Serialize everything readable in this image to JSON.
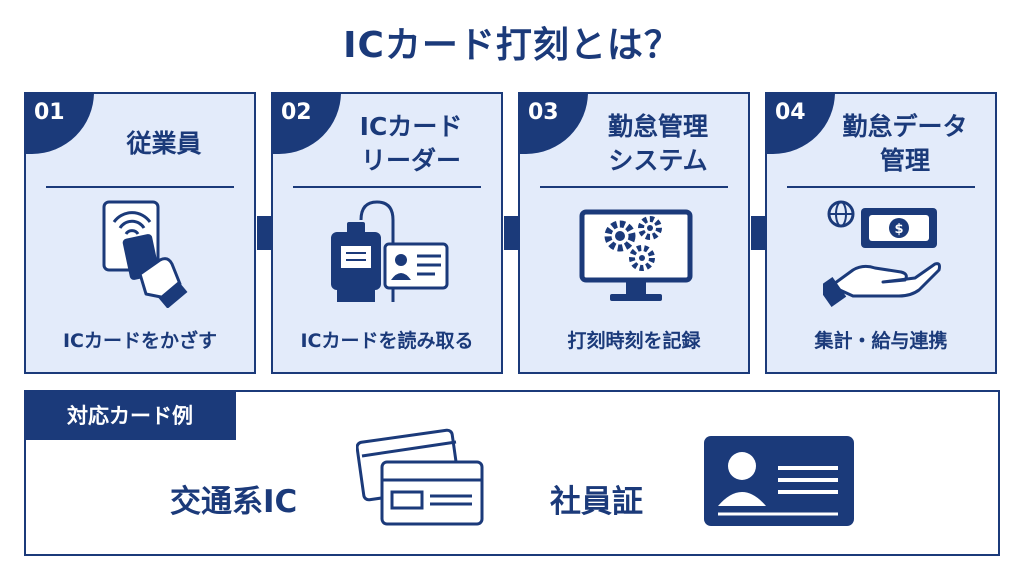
{
  "title": "ICカード打刻とは？",
  "steps": [
    {
      "number": "01",
      "title": "従業員",
      "caption": "ICカードをかざす",
      "icon": "hand-tap-card-icon"
    },
    {
      "number": "02",
      "title": "ICカード\nリーダー",
      "caption": "ICカードを読み取る",
      "icon": "card-reader-icon"
    },
    {
      "number": "03",
      "title": "勤怠管理\nシステム",
      "caption": "打刻時刻を記録",
      "icon": "monitor-gears-icon"
    },
    {
      "number": "04",
      "title": "勤怠データ\n管理",
      "caption": "集計・給与連携",
      "icon": "hand-money-icon"
    }
  ],
  "examples": {
    "label": "対応カード例",
    "items": [
      {
        "text": "交通系IC",
        "icon": "transit-cards-icon"
      },
      {
        "text": "社員証",
        "icon": "employee-id-card-icon"
      }
    ]
  },
  "colors": {
    "navy": "#1b3a7a",
    "card_bg": "#e3ebfa"
  }
}
